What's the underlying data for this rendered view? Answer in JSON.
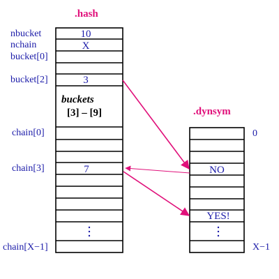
{
  "hash": {
    "title": ".hash",
    "labels": {
      "nbucket": "nbucket",
      "nchain": "nchain",
      "bucket0": "bucket[0]",
      "bucket2": "bucket[2]",
      "chain0": "chain[0]",
      "chain3": "chain[3]",
      "chainLast": "chain[X−1]"
    },
    "cells": {
      "nbucket_value": "10",
      "nchain_value": "X",
      "bucket2_value": "3",
      "chain3_value": "7",
      "ellipsis": "·\n·\n·"
    },
    "buckets_note": {
      "line1": "buckets",
      "line2": "[3] – [9]"
    }
  },
  "dynsym": {
    "title": ".dynsym",
    "index_first": "0",
    "index_last": "X−1",
    "cells": {
      "no": "NO",
      "yes": "YES!"
    }
  },
  "colors": {
    "title": "#e0107a",
    "label": "#1a1aa8",
    "arrow": "#e0107a",
    "outline": "#000000"
  }
}
